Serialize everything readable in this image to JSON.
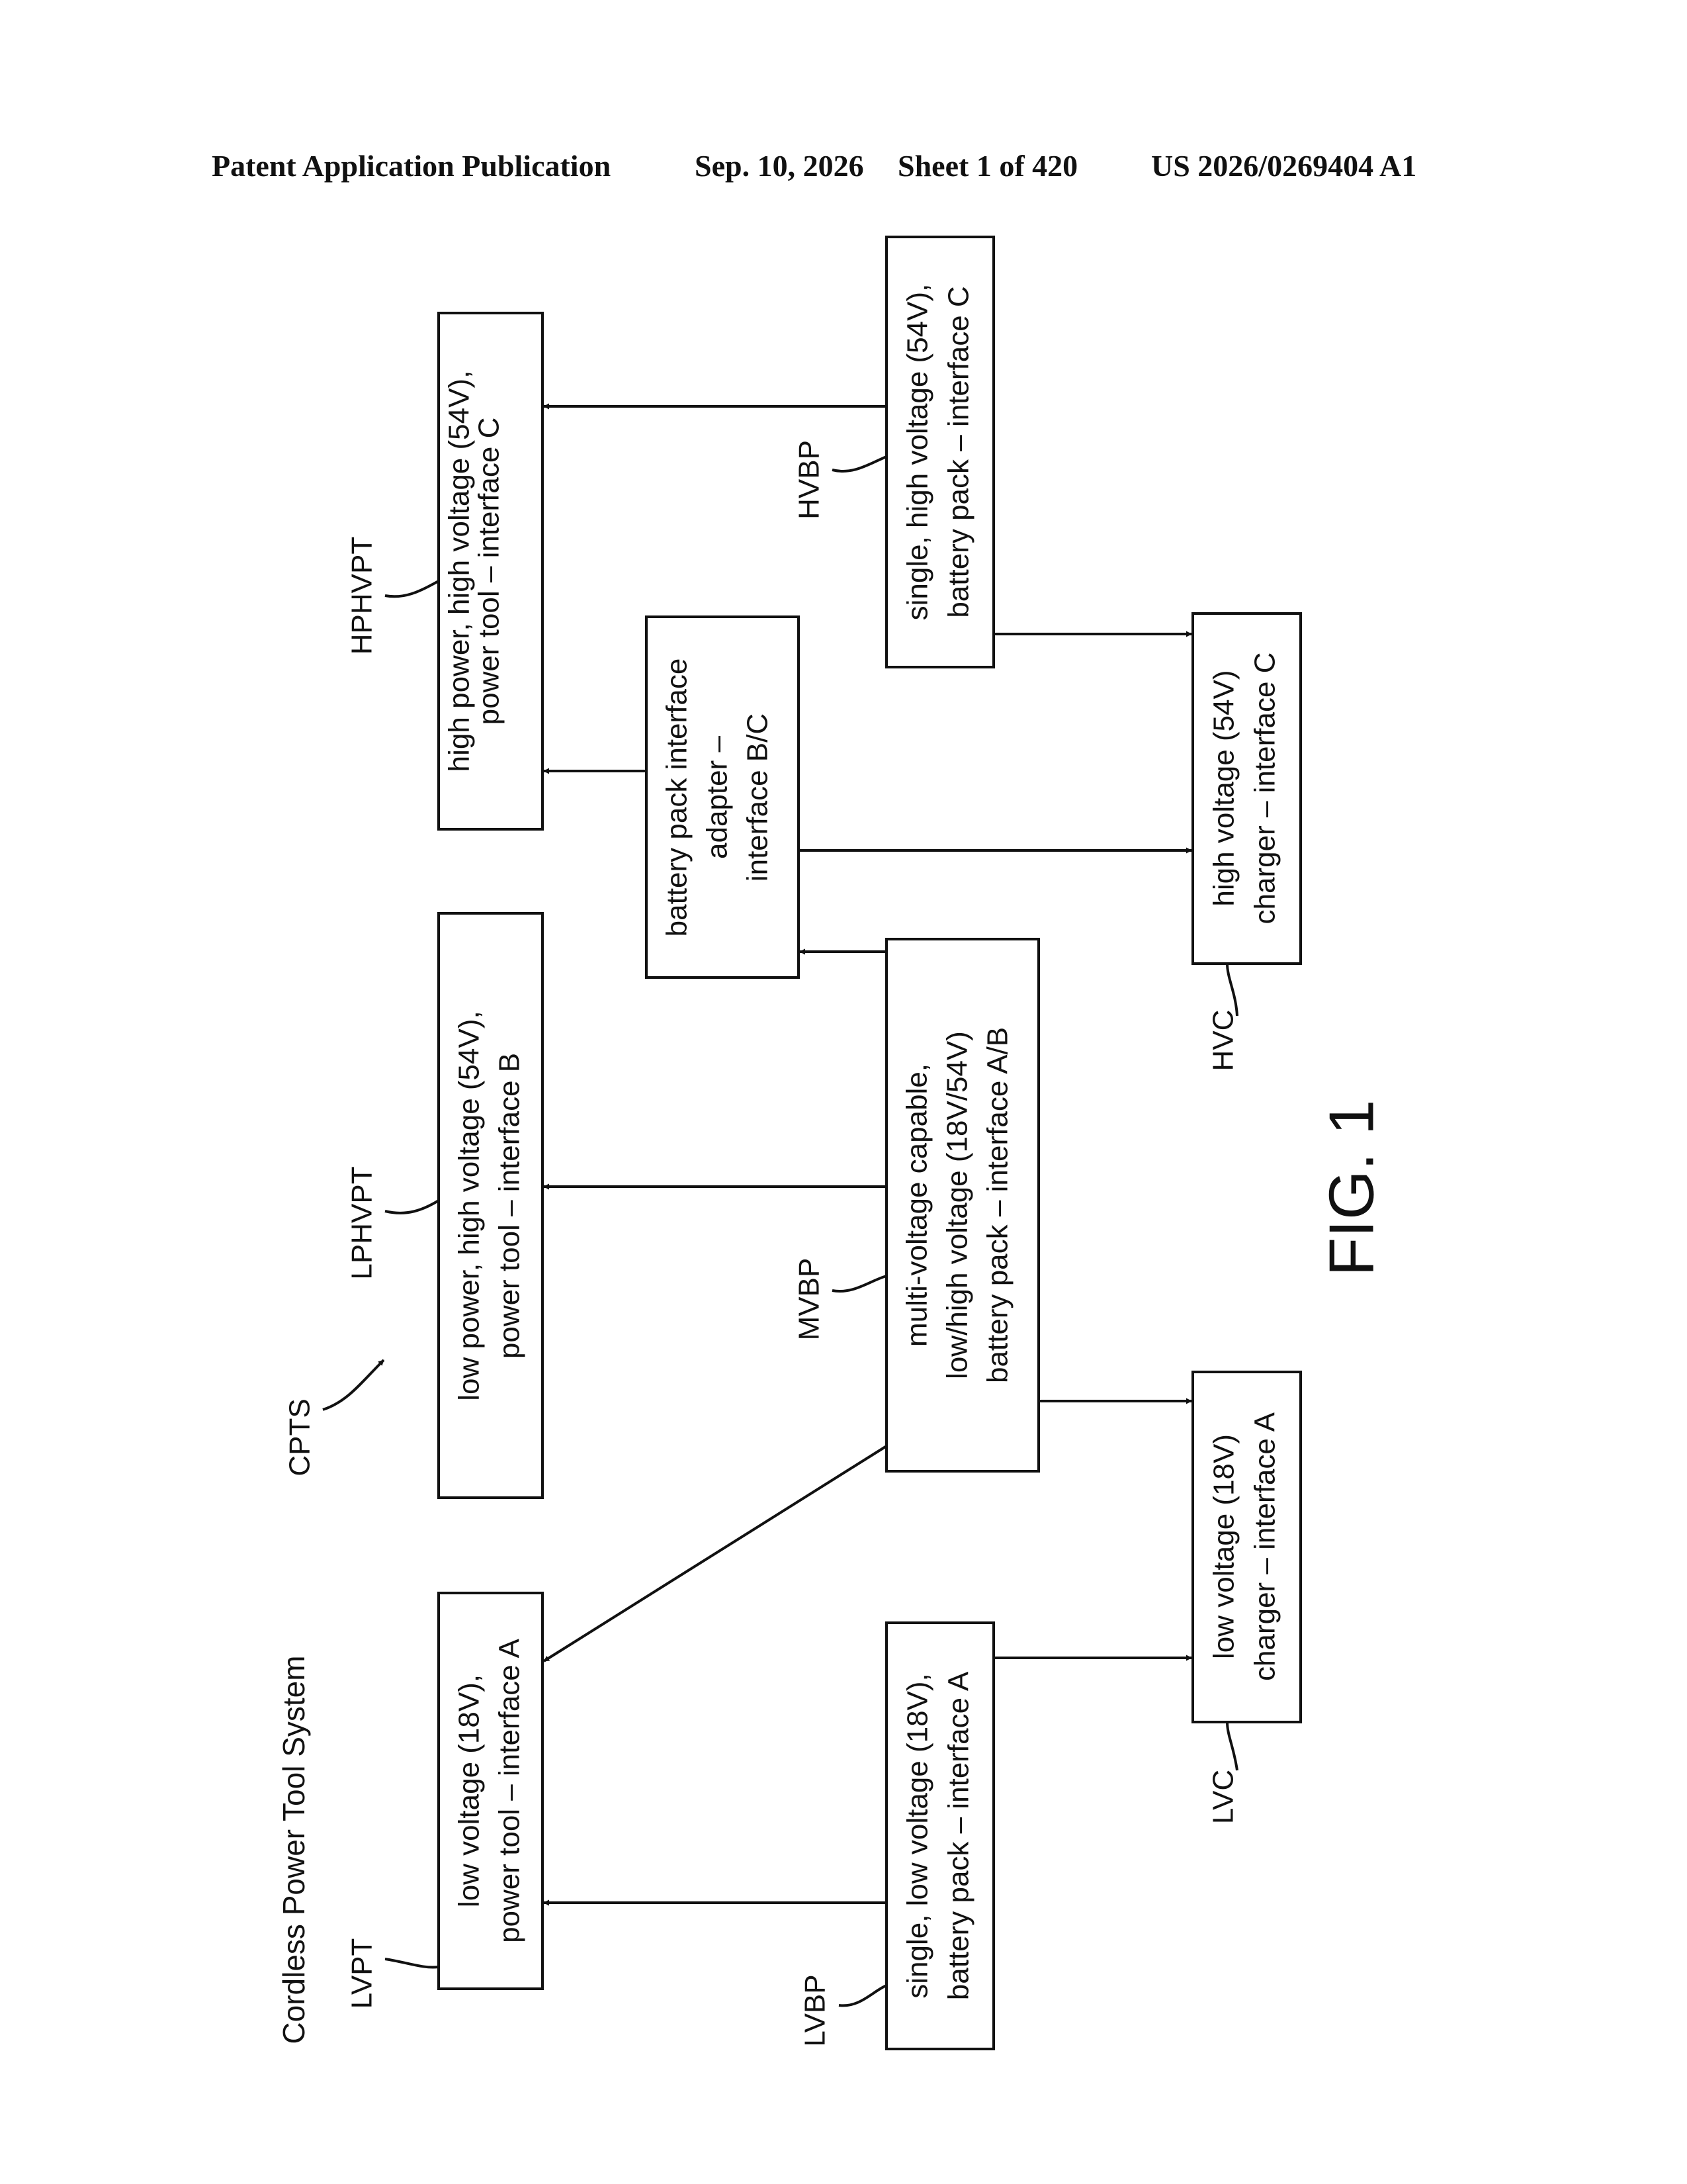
{
  "header": {
    "publication": "Patent Application Publication",
    "date": "Sep. 10, 2026",
    "sheet": "Sheet 1 of 420",
    "number": "US 2026/0269404 A1"
  },
  "figure": {
    "title": "Cordless Power Tool System",
    "system_ref": "CPTS",
    "caption": "FIG. 1",
    "boxes": {
      "lvpt": {
        "ref": "LVPT",
        "lines": [
          "low voltage (18V),",
          "power tool – interface A"
        ]
      },
      "lphvpt": {
        "ref": "LPHVPT",
        "lines": [
          "low power, high voltage (54V),",
          "power tool – interface B"
        ]
      },
      "hphvpt": {
        "ref": "HPHVPT",
        "lines": [
          "high power, high voltage (54V),",
          "power tool – interface C"
        ]
      },
      "adapter": {
        "lines": [
          "battery pack interface",
          "adapter –",
          "interface B/C"
        ]
      },
      "lvbp": {
        "ref": "LVBP",
        "lines": [
          "single, low voltage (18V),",
          "battery pack – interface A"
        ]
      },
      "mvbp": {
        "ref": "MVBP",
        "lines": [
          "multi-voltage capable,",
          "low/high voltage (18V/54V)",
          "battery pack – interface A/B"
        ]
      },
      "hvbp": {
        "ref": "HVBP",
        "lines": [
          "single, high voltage (54V),",
          "battery pack – interface C"
        ]
      },
      "lvc": {
        "ref": "LVC",
        "lines": [
          "low voltage (18V)",
          "charger – interface A"
        ]
      },
      "hvc": {
        "ref": "HVC",
        "lines": [
          "high voltage (54V)",
          "charger – interface C"
        ]
      }
    }
  }
}
